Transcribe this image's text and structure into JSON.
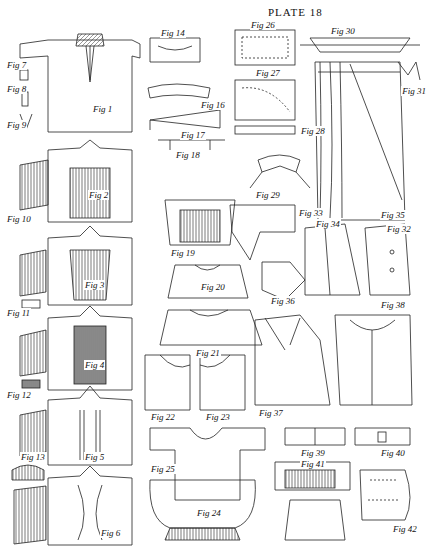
{
  "diagram": {
    "title": "PLATE 18",
    "labels": [
      "Fig 7",
      "Fig 8",
      "Fig 9",
      "Fig 1",
      "Fig 14",
      "Fig 26",
      "Fig 30",
      "Fig 31",
      "Fig 16",
      "Fig 17",
      "Fig 27",
      "Fig 28",
      "Fig 32",
      "Fig 18",
      "Fig 29",
      "Fig 10",
      "Fig 2",
      "Fig 19",
      "Fig 20",
      "Fig 33",
      "Fig 36",
      "Fig 34",
      "Fig 35",
      "Fig 3",
      "Fig 11",
      "Fig 21",
      "Fig 4",
      "Fig 12",
      "Fig 22",
      "Fig 23",
      "Fig 37",
      "Fig 38",
      "Fig 5",
      "Fig 24",
      "Fig 39",
      "Fig 40",
      "Fig 13",
      "Fig 6",
      "Fig 25",
      "Fig 41",
      "Fig 42"
    ]
  }
}
